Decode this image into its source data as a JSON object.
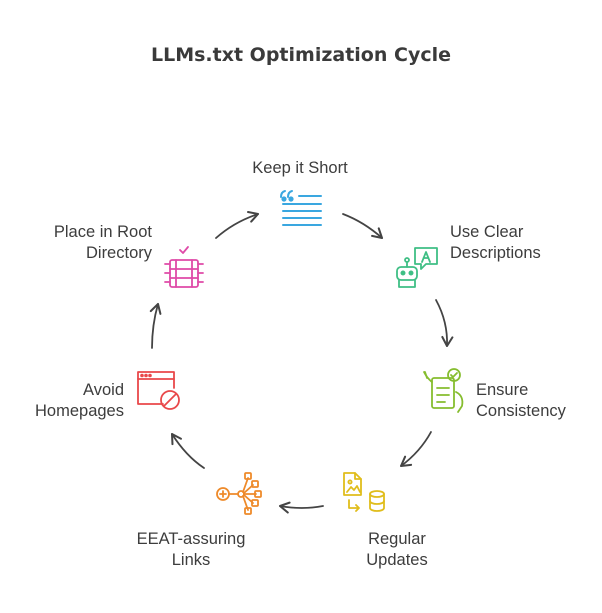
{
  "title": "LLMs.txt Optimization Cycle",
  "steps": [
    {
      "label_lines": [
        "Keep it Short"
      ],
      "icon": "quote-lines-icon",
      "color": "#3aa7e0"
    },
    {
      "label_lines": [
        "Use Clear",
        "Descriptions"
      ],
      "icon": "robot-speech-icon",
      "color": "#3fbf85"
    },
    {
      "label_lines": [
        "Ensure",
        "Consistency"
      ],
      "icon": "checklist-hand-icon",
      "color": "#86bd2f"
    },
    {
      "label_lines": [
        "Regular",
        "Updates"
      ],
      "icon": "file-database-icon",
      "color": "#e0bd1c"
    },
    {
      "label_lines": [
        "EEAT-assuring",
        "Links"
      ],
      "icon": "network-nodes-icon",
      "color": "#ee8a2a"
    },
    {
      "label_lines": [
        "Avoid",
        "Homepages"
      ],
      "icon": "browser-blocked-icon",
      "color": "#e9484a"
    },
    {
      "label_lines": [
        "Place in Root",
        "Directory"
      ],
      "icon": "server-rack-icon",
      "color": "#df4aa8"
    }
  ]
}
